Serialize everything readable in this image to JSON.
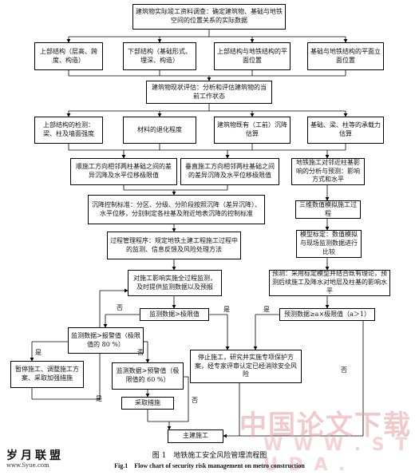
{
  "boxes": {
    "survey": "建筑物实际竣工资料调查：确定建筑物、基础与地铁空间的位置关系的实际数据",
    "upper_struct": "上部结构（层高、跨度、构造）",
    "lower_struct": "下部结构（基础形式、埋深、构造）",
    "plan_pos": "上部结构与地铁结构的平面位置",
    "elev_pos": "基础与地铁结构的平面立面位置",
    "status_eval": "建筑物现状评估：分析和评估建筑物的当前工作状态",
    "detect": "上部结构的检测：梁、柱及墙面强度",
    "degrade": "材料的退化程度",
    "settle": "建筑物既有（工前）沉降估算",
    "capacity": "基础、梁、柱等的承载力估算",
    "along_dir": "顺施工方向相邻两柱基础之间的差异沉降及水平位移极限值",
    "perp_dir": "垂直施工方向相邻两柱基础之间的差异沉降及水平位移极限值",
    "impact": "地铁施工对邻近柱基影响的分析与预测：影响方式和水平",
    "control": "沉降控制标准：分区、分级、分阶段按照沉降（差异沉降）、水平位移，分别制定各柱基及附近地表沉降的控制标准",
    "fem": "三维数值模拟施工过程",
    "process": "过程管理程序：规定地铁土建工程施工过程中的监测、信息反馈及风险处理方法",
    "calib": "模型标定：数值模拟与现场监测数据进行比较",
    "monitor": "对施工影响实施全过程监测，及时提供监测数据以及预报",
    "predict": "预测：采用标定模型并结合既有理论，预测后续施工及降水对地层及柱基的影响水平",
    "mon_gt": "监测数据>极限值",
    "pred_gt": "预测数据≥a×极限值（a＞1）",
    "alarm": "监测数据>报警值（极限值的 80 %）",
    "stop_work": "暂停施工、调整施工方案、采取加强措施",
    "warn": "监测数据>预警值（极限值的 60 %）",
    "stop_study": "停止施工，研究并实施专项保护方案，经专家评审认定已经消除安全风险",
    "measures": "采取措施",
    "proceed": "主建施工"
  },
  "labels": {
    "no": "否",
    "yes": "是"
  },
  "caption": {
    "cn": "图 1　地铁施工安全风险管理流程图",
    "en": "Fig.1　Flow chart of security risk management on metro construction"
  },
  "watermark": {
    "site_cn": "中国论文下载",
    "site_en": "W W W . S T U D A .",
    "logo": "岁月联盟",
    "url": "www.Syue.com"
  }
}
